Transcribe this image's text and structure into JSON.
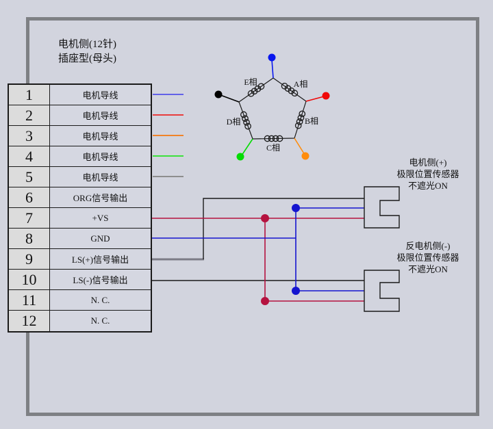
{
  "title": {
    "line1": "电机侧(12针)",
    "line2": "插座型(母头)"
  },
  "connector_table": {
    "rows": [
      {
        "num": "1",
        "label": "电机导线",
        "wire_color": "#6262e8"
      },
      {
        "num": "2",
        "label": "电机导线",
        "wire_color": "#e83c3c"
      },
      {
        "num": "3",
        "label": "电机导线",
        "wire_color": "#f08428"
      },
      {
        "num": "4",
        "label": "电机导线",
        "wire_color": "#3ce03c"
      },
      {
        "num": "5",
        "label": "电机导线",
        "wire_color": "#8e8e8e"
      },
      {
        "num": "6",
        "label": "ORG信号输出"
      },
      {
        "num": "7",
        "label": "+VS"
      },
      {
        "num": "8",
        "label": "GND"
      },
      {
        "num": "9",
        "label": "LS(+)信号输出"
      },
      {
        "num": "10",
        "label": "LS(-)信号输出"
      },
      {
        "num": "11",
        "label": "N. C."
      },
      {
        "num": "12",
        "label": "N. C."
      }
    ]
  },
  "pentagon": {
    "phases": [
      {
        "label": "A相"
      },
      {
        "label": "B相"
      },
      {
        "label": "C相"
      },
      {
        "label": "D相"
      },
      {
        "label": "E相"
      }
    ],
    "leads": {
      "blue": "#0816ee",
      "black": "#000000",
      "red": "#f00808",
      "green": "#04dc04",
      "orange": "#ff8c0c"
    }
  },
  "wiring": {
    "vs_color": "#b5123f",
    "gnd_color": "#1414cf",
    "signal_color": "#1a1a1a",
    "ls_plus_stub_color": "#7c7c86"
  },
  "sensors": {
    "upper": {
      "line1": "电机侧(+)",
      "line2": "极限位置传感器",
      "line3": "不遮光ON"
    },
    "lower": {
      "line1": "反电机侧(-)",
      "line2": "极限位置传感器",
      "line3": "不遮光ON"
    }
  }
}
